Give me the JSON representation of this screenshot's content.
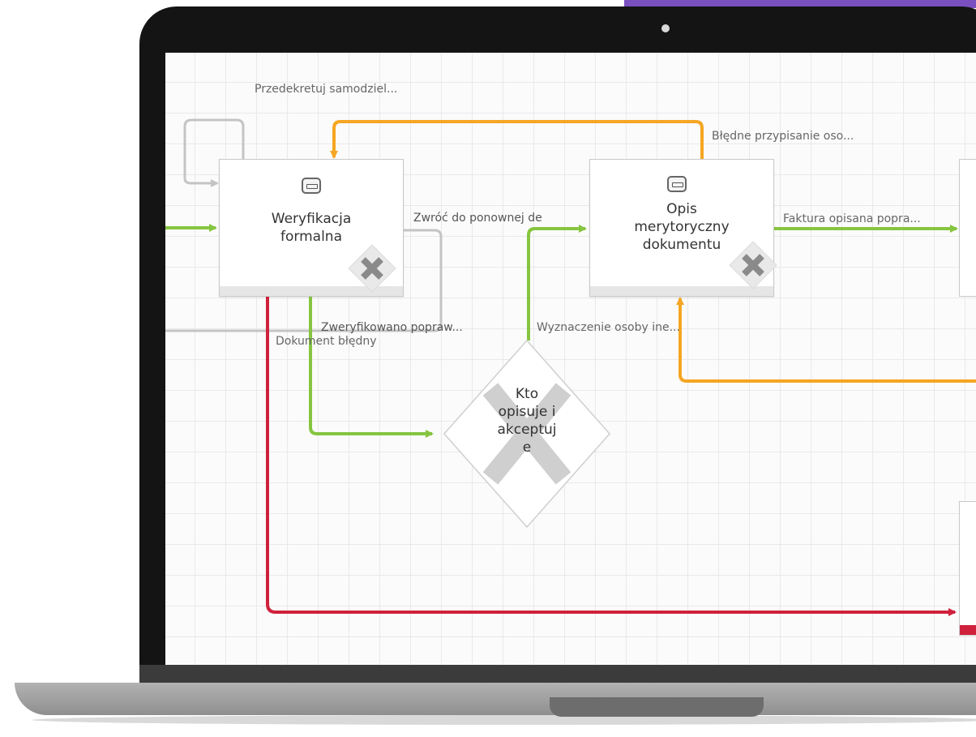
{
  "diagram": {
    "tasks": {
      "verification": {
        "title": "Weryfikacja\nformalna"
      },
      "description": {
        "title": "Opis\nmerytoryczny\ndokumentu"
      }
    },
    "gateway": {
      "title": "Kto\nopisuje i\nakceptuj\ne"
    },
    "edge_labels": {
      "self_loop": "Przedekretuj samodziel...",
      "wrong_assignment": "Błędne przypisanie oso...",
      "return": "Zwróć do ponownej de",
      "invoice_described": "Faktura opisana popra...",
      "verified": "Zweryfikowano popraw...",
      "doc_error": "Dokument błędny",
      "designation": "Wyznaczenie osoby ine..."
    },
    "colors": {
      "green": "#86c540",
      "orange": "#f5a623",
      "red": "#d0213c",
      "gray": "#c4c4c4"
    }
  }
}
